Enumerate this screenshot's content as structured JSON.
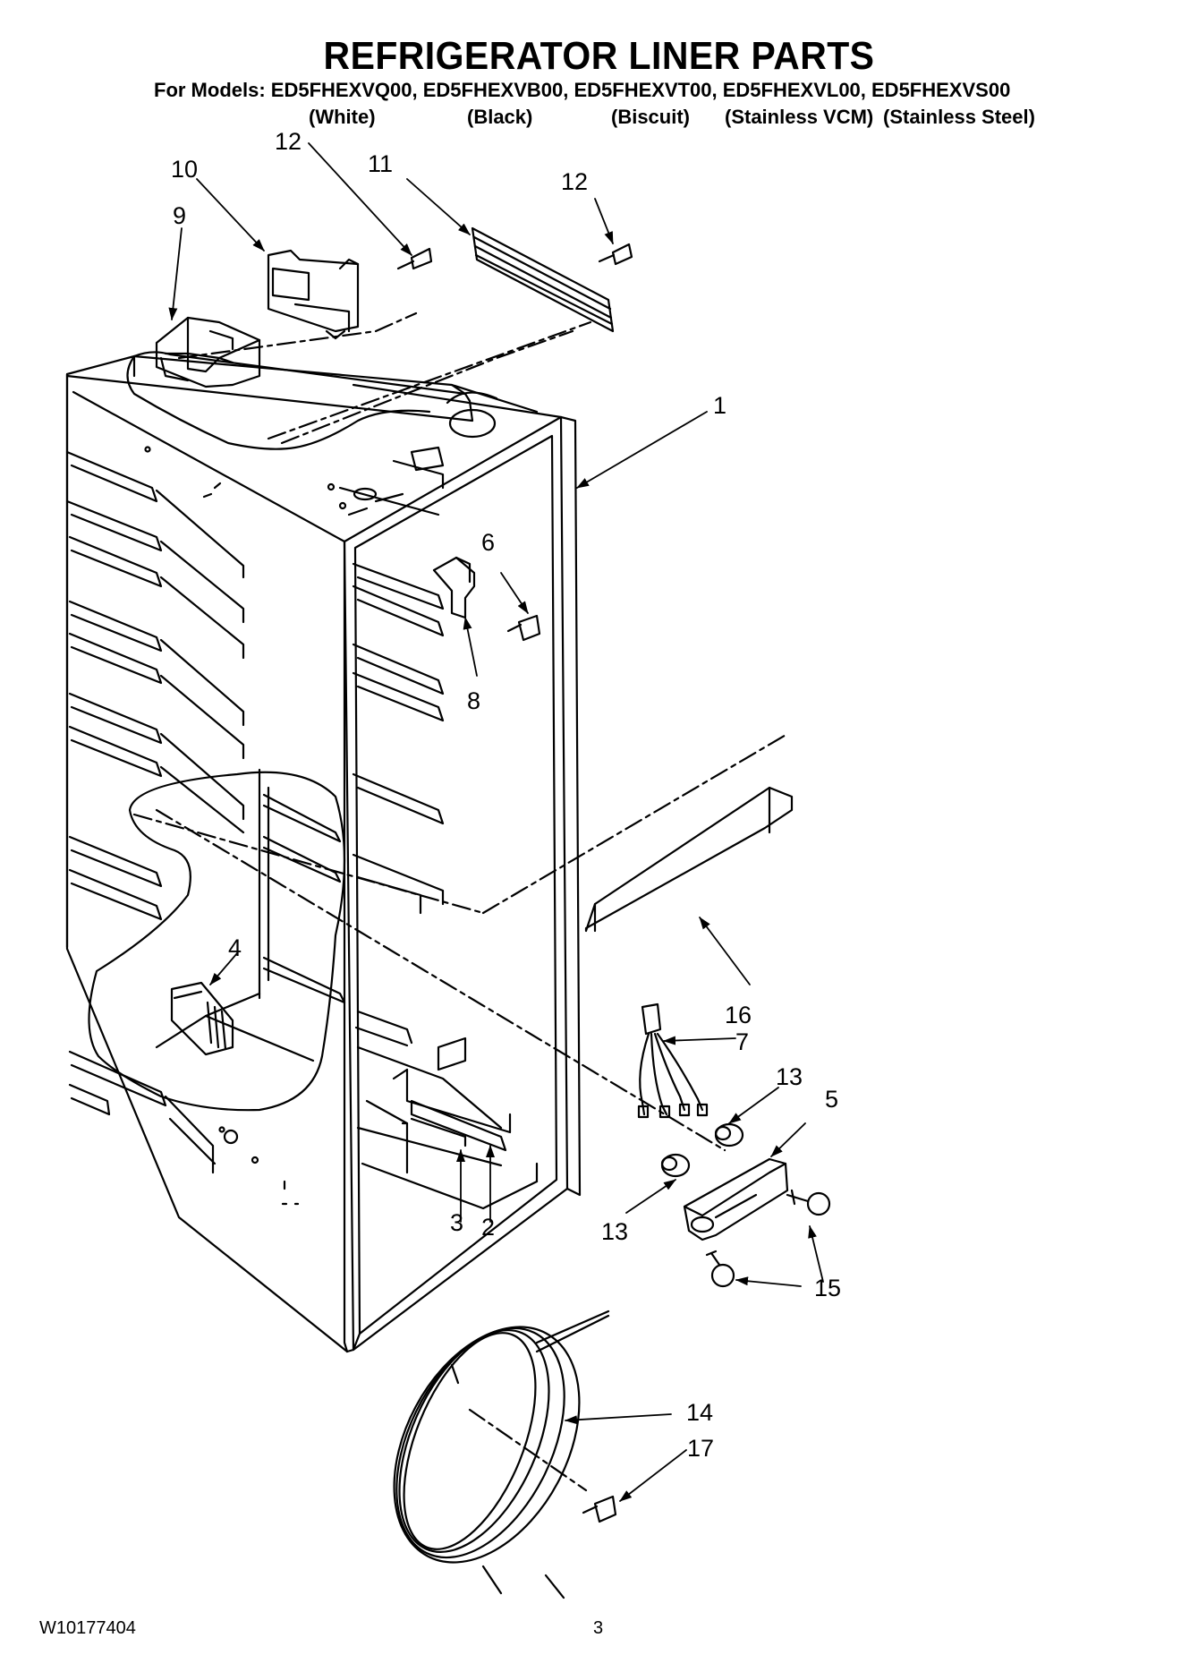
{
  "header": {
    "title": "REFRIGERATOR LINER PARTS",
    "models_line": "For Models: ED5FHEXVQ00, ED5FHEXVB00, ED5FHEXVT00, ED5FHEXVL00, ED5FHEXVS00",
    "variants": [
      "(White)",
      "(Black)",
      "(Biscuit)",
      "(Stainless VCM)",
      "(Stainless Steel)"
    ]
  },
  "callouts": [
    "1",
    "2",
    "3",
    "4",
    "5",
    "6",
    "7",
    "8",
    "9",
    "10",
    "11",
    "12",
    "12",
    "13",
    "13",
    "14",
    "15",
    "16",
    "17"
  ],
  "footer": {
    "doc_number": "W10177404",
    "page_number": "3"
  }
}
